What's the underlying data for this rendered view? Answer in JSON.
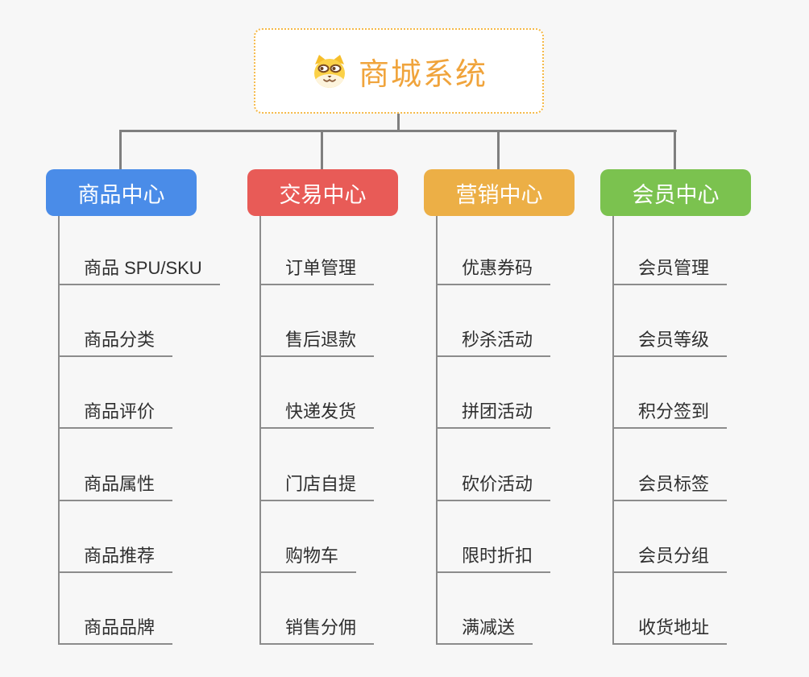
{
  "canvas": {
    "background": "#f7f7f7",
    "connector_color": "#7f7f7f",
    "leaf_line_color": "#8c8c8c"
  },
  "root": {
    "label": "商城系统",
    "icon": "dog-face-icon",
    "text_color": "#f0a43c",
    "border_color": "#f5b948"
  },
  "branches": [
    {
      "label": "商品中心",
      "color": "#4a8ce8",
      "children": [
        "商品 SPU/SKU",
        "商品分类",
        "商品评价",
        "商品属性",
        "商品推荐",
        "商品品牌"
      ]
    },
    {
      "label": "交易中心",
      "color": "#e85b57",
      "children": [
        "订单管理",
        "售后退款",
        "快递发货",
        "门店自提",
        "购物车",
        "销售分佣"
      ]
    },
    {
      "label": "营销中心",
      "color": "#ecaf46",
      "children": [
        "优惠券码",
        "秒杀活动",
        "拼团活动",
        "砍价活动",
        "限时折扣",
        "满减送"
      ]
    },
    {
      "label": "会员中心",
      "color": "#7bc24f",
      "children": [
        "会员管理",
        "会员等级",
        "积分签到",
        "会员标签",
        "会员分组",
        "收货地址"
      ]
    }
  ]
}
